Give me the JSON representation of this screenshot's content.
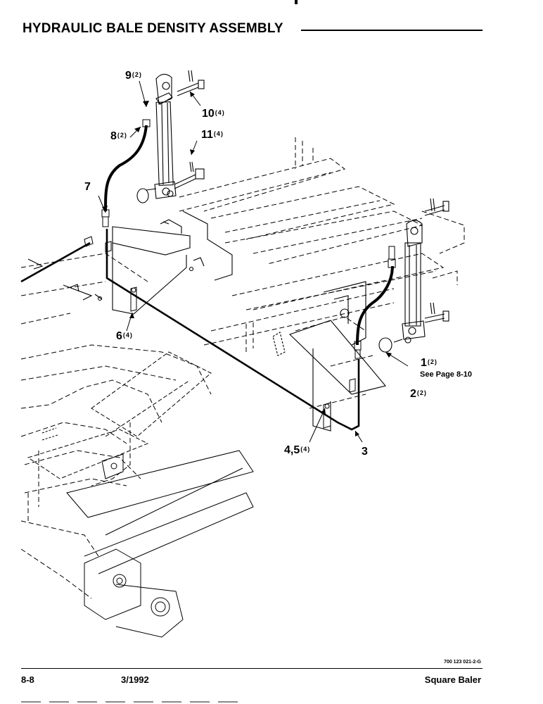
{
  "header": {
    "title": "HYDRAULIC BALE DENSITY ASSEMBLY"
  },
  "callouts": [
    {
      "id": "c9",
      "num": "9",
      "qty": "(2)"
    },
    {
      "id": "c10",
      "num": "10",
      "qty": "(4)"
    },
    {
      "id": "c8",
      "num": "8",
      "qty": "(2)"
    },
    {
      "id": "c11",
      "num": "11",
      "qty": "(4)"
    },
    {
      "id": "c7",
      "num": "7",
      "qty": ""
    },
    {
      "id": "c6",
      "num": "6",
      "qty": "(4)"
    },
    {
      "id": "c1",
      "num": "1",
      "qty": "(2)"
    },
    {
      "id": "c2",
      "num": "2",
      "qty": "(2)"
    },
    {
      "id": "c45",
      "num": "4,5",
      "qty": "(4)"
    },
    {
      "id": "c3",
      "num": "3",
      "qty": ""
    }
  ],
  "see_page_note": "See Page 8-10",
  "doc_number": "700 123 021-2-G",
  "footer": {
    "page": "8-8",
    "date": "3/1992",
    "product": "Square Baler"
  }
}
